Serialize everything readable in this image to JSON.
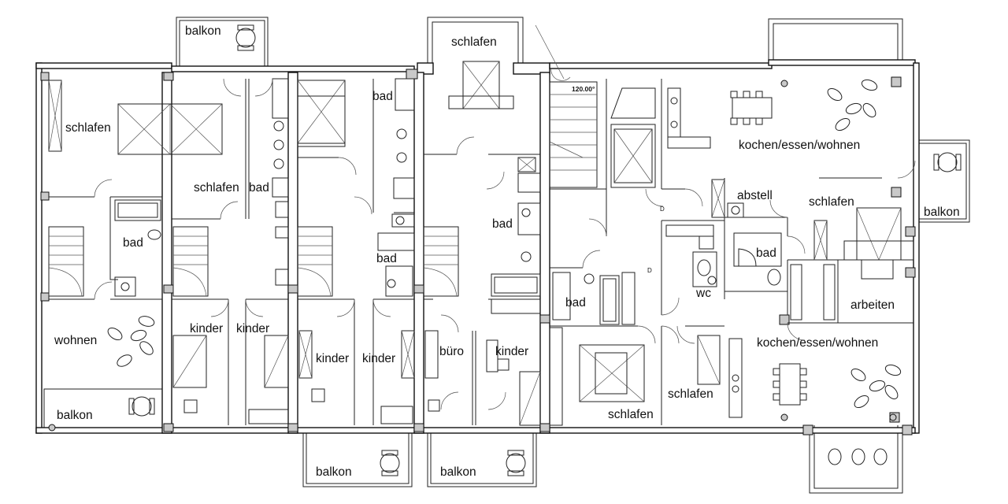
{
  "rooms": {
    "balkon_top_left": "balkon",
    "schlafen_top_center": "schlafen",
    "schlafen_left": "schlafen",
    "schlafen_unit2": "schlafen",
    "bad_unit2": "bad",
    "bad_unit3": "bad",
    "bad_left": "bad",
    "bad_unit3_lower": "bad",
    "bad_unit4": "bad",
    "wohnen": "wohnen",
    "kinder_1": "kinder",
    "kinder_2": "kinder",
    "kinder_3": "kinder",
    "kinder_4": "kinder",
    "kinder_5": "kinder",
    "buero": "büro",
    "balkon_bottom_left": "balkon",
    "balkon_bottom_1": "balkon",
    "balkon_bottom_2": "balkon",
    "kochen_right_top": "kochen/essen/wohnen",
    "abstell": "abstell",
    "schlafen_right": "schlafen",
    "balkon_right": "balkon",
    "bad_right": "bad",
    "wc": "wc",
    "bad_center": "bad",
    "arbeiten": "arbeiten",
    "kochen_right_bottom": "kochen/essen/wohnen",
    "schlafen_center_bottom": "schlafen",
    "schlafen_right_bottom": "schlafen"
  },
  "annotations": {
    "angle": "120.00°",
    "door_mark_1": "D",
    "door_mark_2": "D"
  }
}
